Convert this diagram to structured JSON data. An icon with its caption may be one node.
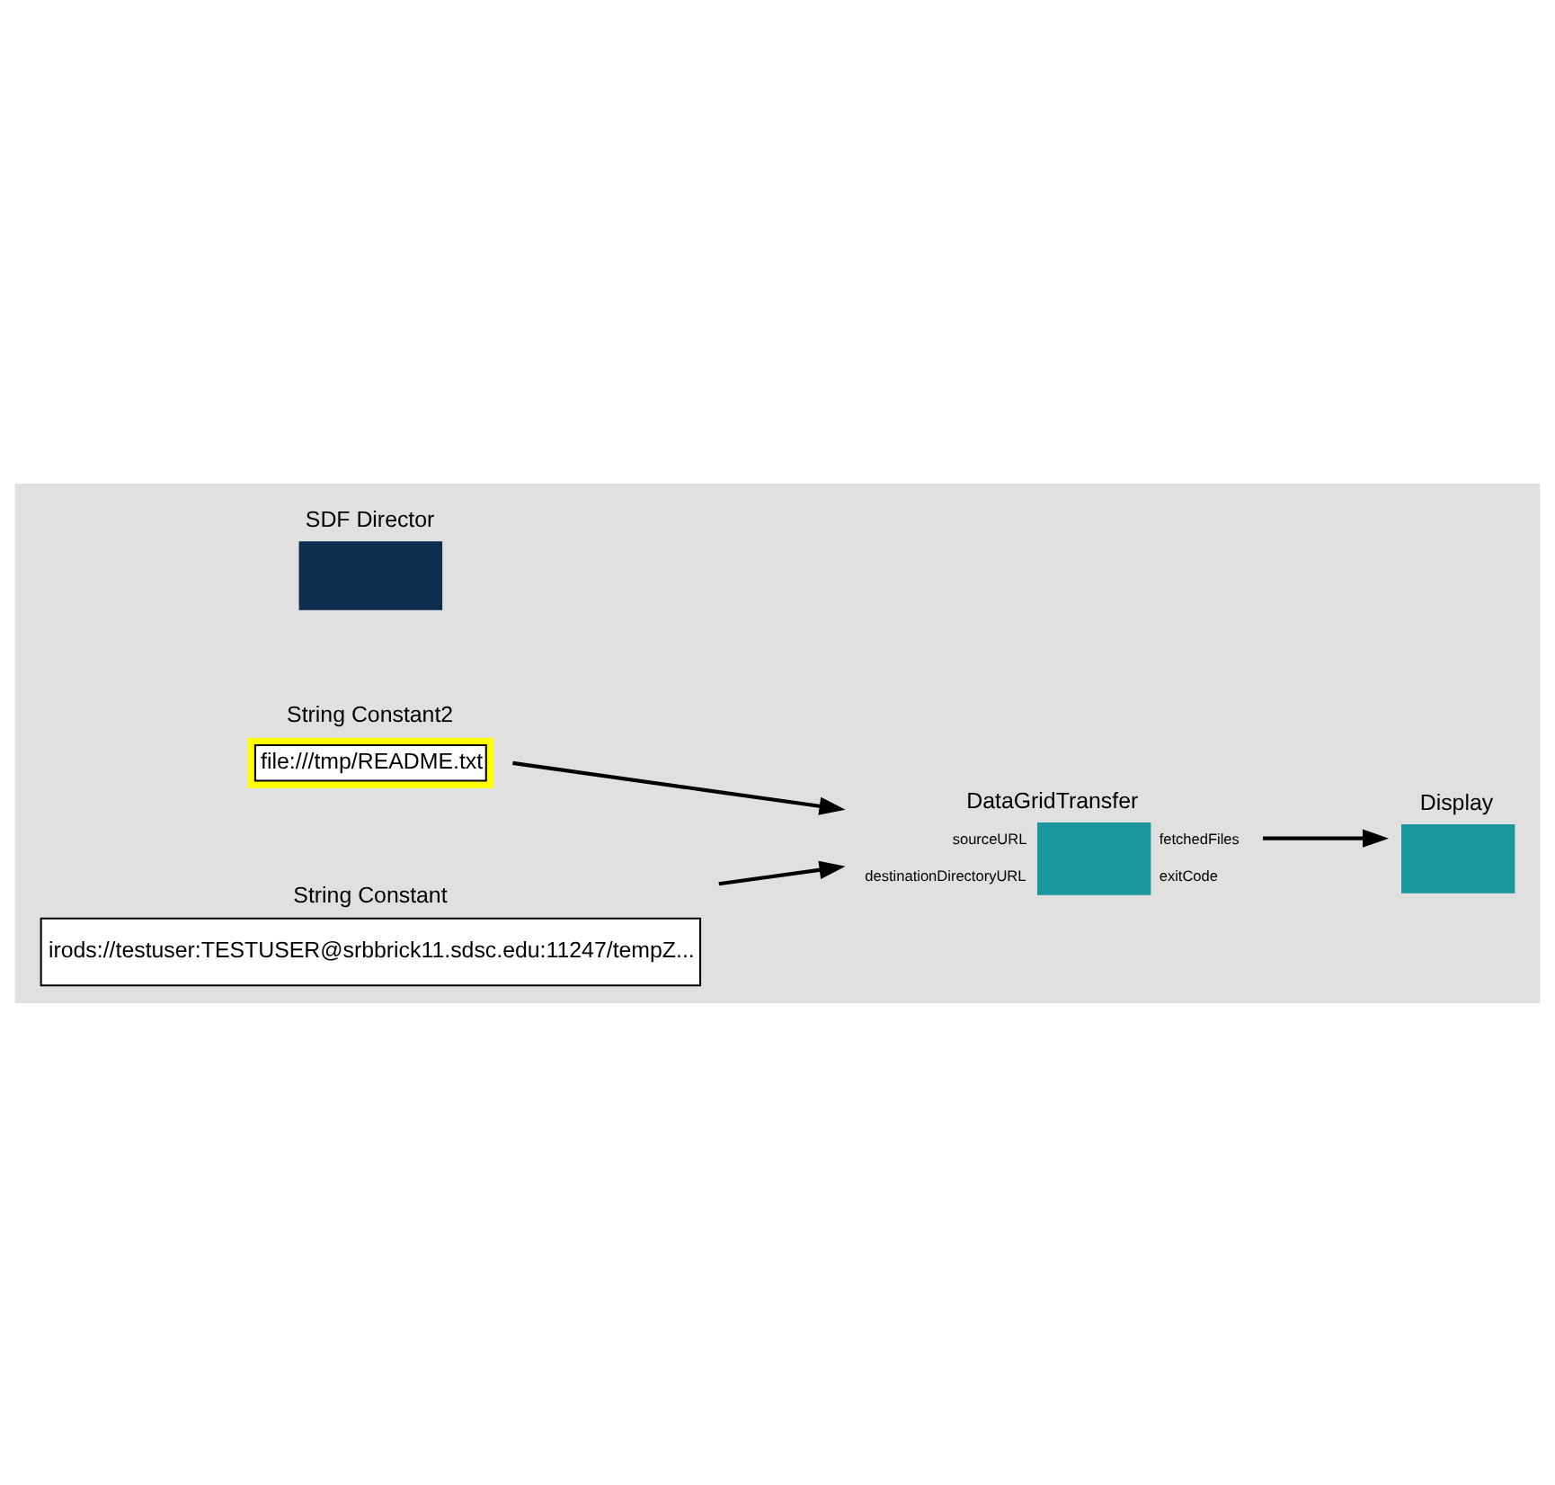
{
  "diagram": {
    "nodes": [
      {
        "text": [
          "SDF Director"
        ]
      },
      {
        "text": [
          "String Constant2",
          "file:///tmp/README.txt"
        ]
      },
      {
        "text": [
          "String Constant",
          "irods://testuser:TESTUSER@srbbrick11.sdsc.edu:11247/tempZ..."
        ]
      },
      {
        "text": [
          "DataGridTransfer"
        ],
        "beside": [
          "sourceURL",
          "destinationDirectoryURL",
          "fetchedFiles",
          "exitCode"
        ]
      },
      {
        "text": [
          "Display"
        ]
      }
    ],
    "edges": [
      {
        "from": 1,
        "to": 3,
        "arrow": "to"
      },
      {
        "from": 2,
        "to": 3,
        "arrow": "to"
      },
      {
        "from": 3,
        "to": 4,
        "arrow": "to"
      }
    ]
  }
}
